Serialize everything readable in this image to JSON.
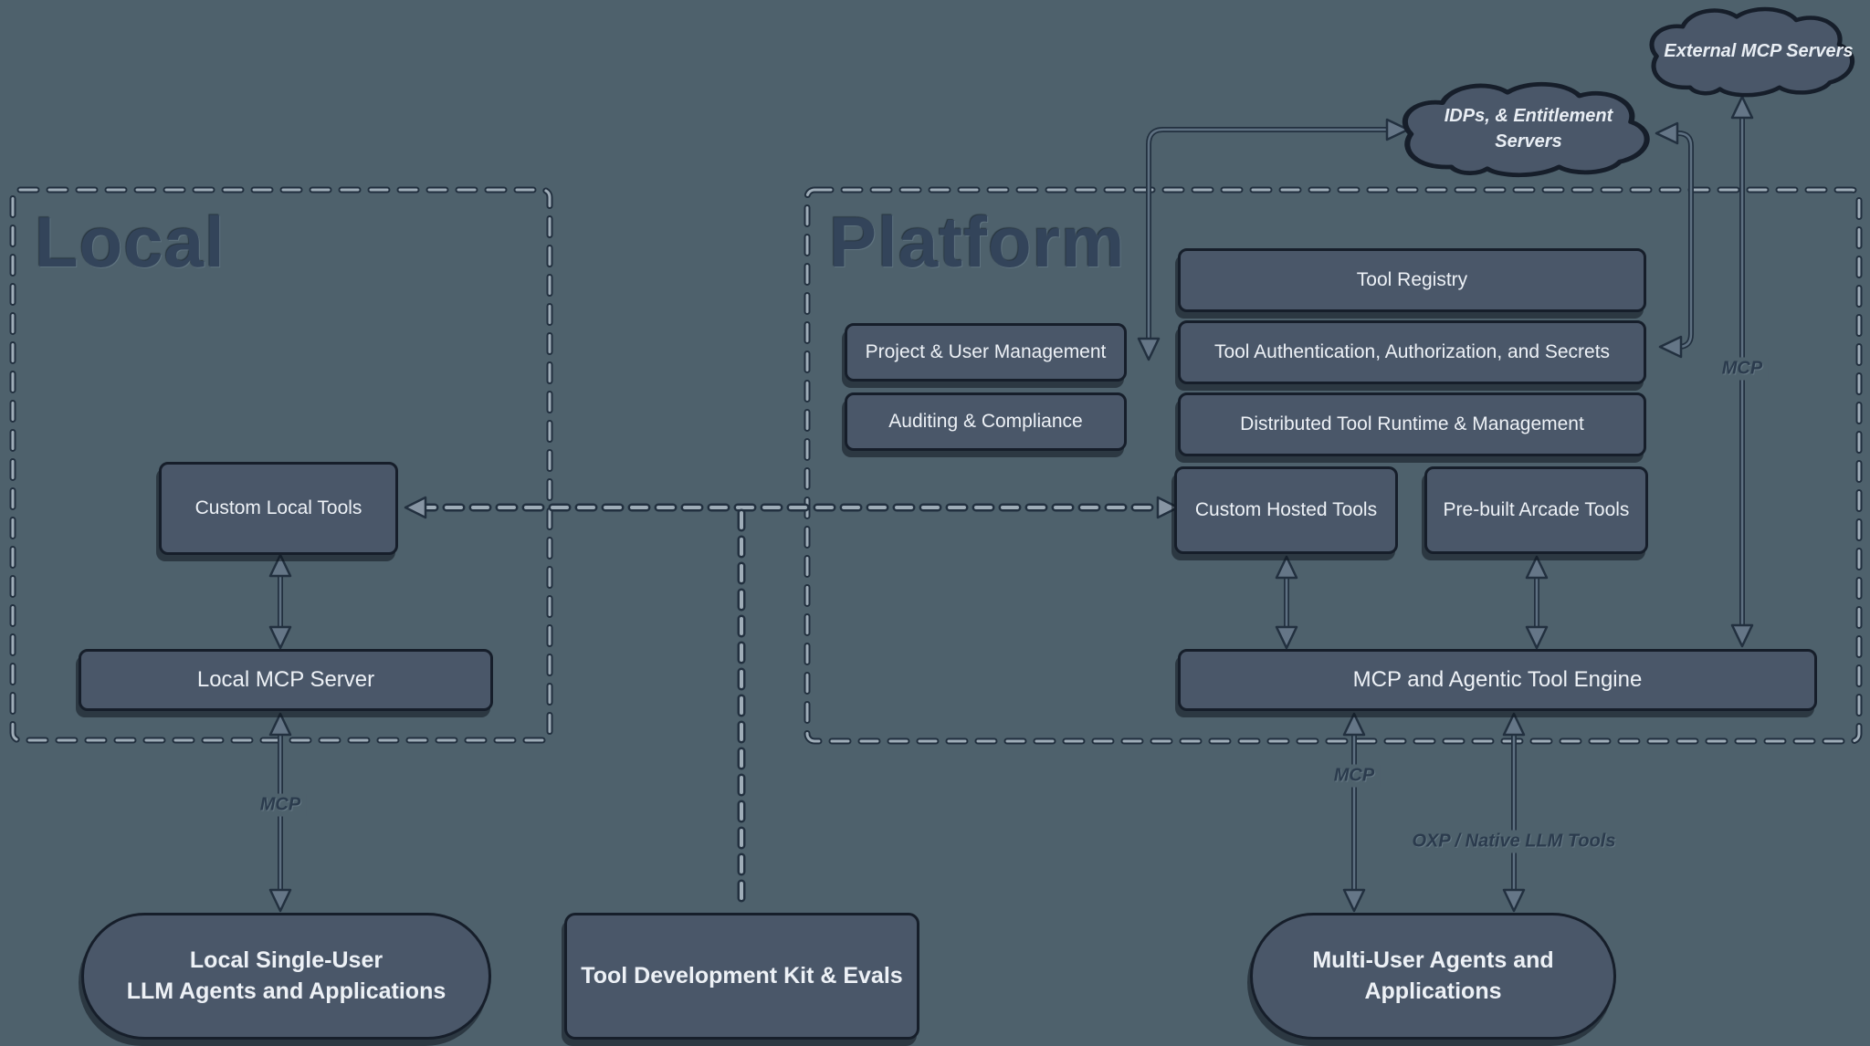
{
  "diagram_title": "Local and Platform MCP architecture diagram",
  "containers": {
    "local": {
      "label": "Local"
    },
    "platform": {
      "label": "Platform"
    }
  },
  "clouds": {
    "external_mcp": {
      "label": "External MCP Servers"
    },
    "idp": {
      "line1": "IDPs, & Entitlement",
      "line2": "Servers"
    }
  },
  "nodes": {
    "custom_local_tools": {
      "label": "Custom Local Tools"
    },
    "local_mcp_server": {
      "label": "Local MCP Server"
    },
    "local_agents": {
      "line1": "Local Single-User",
      "line2": "LLM Agents and Applications"
    },
    "tdk": {
      "label": "Tool Development Kit & Evals"
    },
    "tool_registry": {
      "label": "Tool Registry"
    },
    "tool_auth": {
      "label": "Tool Authentication, Authorization, and Secrets"
    },
    "distributed_runtime": {
      "label": "Distributed Tool Runtime & Management"
    },
    "project_user_mgmt": {
      "label": "Project & User Management"
    },
    "auditing_compliance": {
      "label": "Auditing & Compliance"
    },
    "custom_hosted_tools": {
      "label": "Custom Hosted Tools"
    },
    "prebuilt_arcade_tools": {
      "label": "Pre-built Arcade Tools"
    },
    "engine": {
      "label": "MCP and Agentic Tool Engine"
    },
    "multi_user_agents": {
      "line1": "Multi-User Agents and",
      "line2": "Applications"
    }
  },
  "edge_labels": {
    "mcp_local": "MCP",
    "mcp_engine": "MCP",
    "mcp_external": "MCP",
    "oxp": "OXP / Native LLM Tools"
  },
  "colors": {
    "background": "#4e616c",
    "node_fill": "#4a5769",
    "node_border": "#161e2a",
    "node_text": "#edf1f6",
    "dash_light": "#9fadb8",
    "line_dark": "#22303f",
    "title_text": "#33445a",
    "edge_label_text": "#2b3b4d"
  }
}
